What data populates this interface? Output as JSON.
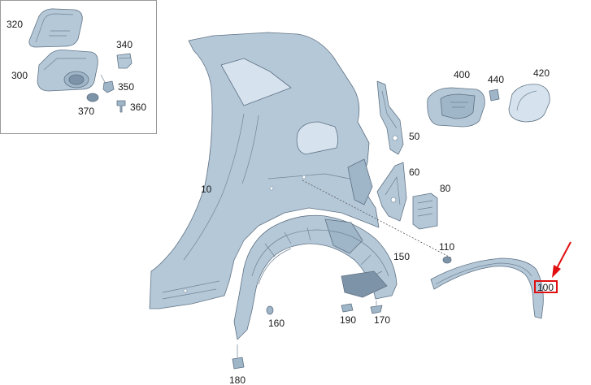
{
  "diagram": {
    "callouts": {
      "p10": "10",
      "p50": "50",
      "p60": "60",
      "p80": "80",
      "p100": "100",
      "p110": "110",
      "p150": "150",
      "p160": "160",
      "p170": "170",
      "p180": "180",
      "p190": "190",
      "p300": "300",
      "p320": "320",
      "p340": "340",
      "p350": "350",
      "p360": "360",
      "p370": "370",
      "p400": "400",
      "p420": "420",
      "p440": "440"
    },
    "highlighted_part": "100",
    "colors": {
      "part_fill": "#b5c8d8",
      "part_outline": "#5f7284",
      "highlight": "#e01010",
      "inset_border": "#9a9a9a"
    },
    "icons": {
      "pointer": "red-arrow-icon"
    }
  }
}
